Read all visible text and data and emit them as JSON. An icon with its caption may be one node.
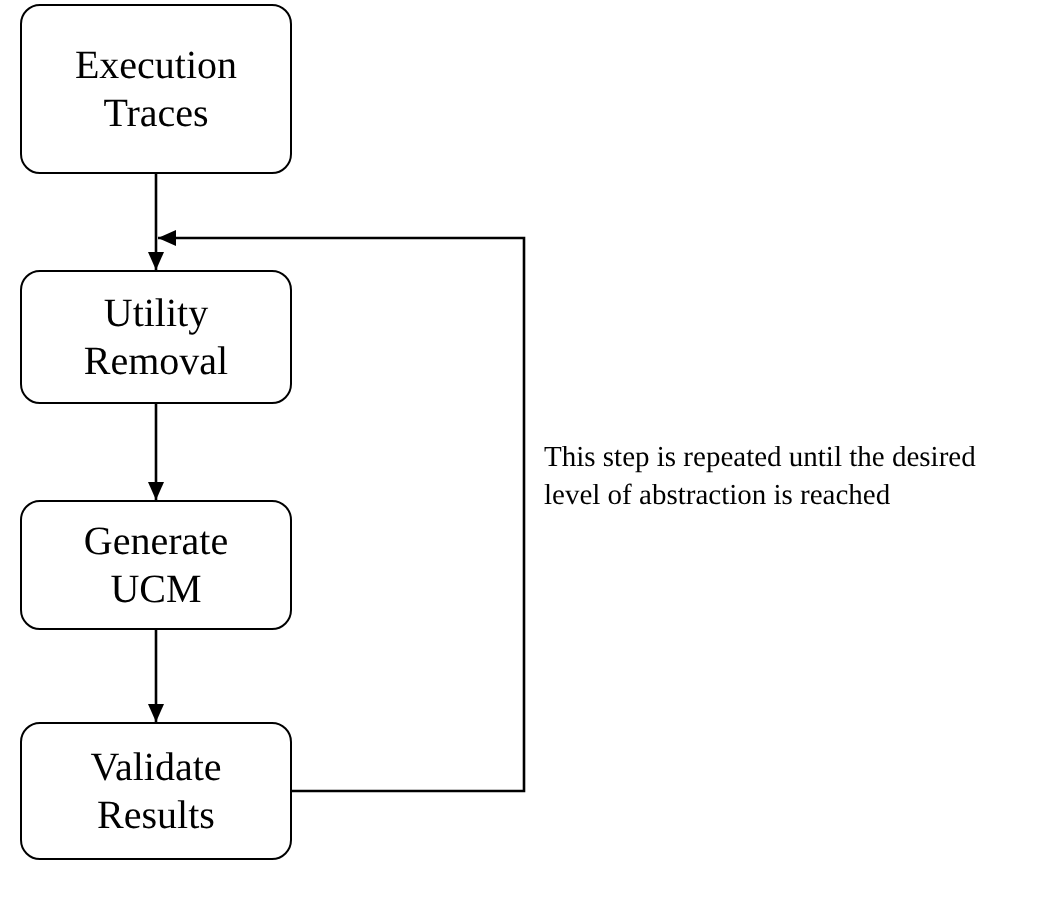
{
  "diagram": {
    "nodes": [
      {
        "text": [
          "Execution Traces"
        ]
      },
      {
        "text": [
          "Utility Removal"
        ]
      },
      {
        "text": [
          "Generate UCM"
        ]
      },
      {
        "text": [
          "Validate Results"
        ]
      }
    ],
    "edges": [
      {
        "from": 0,
        "to": 1,
        "arrow": "to"
      },
      {
        "from": 1,
        "to": 2,
        "arrow": "to"
      },
      {
        "from": 2,
        "to": 3,
        "arrow": "to"
      },
      {
        "from": 3,
        "to": 1,
        "arrow": "to",
        "label": "This step is repeated until the desired level of abstraction is reached"
      }
    ]
  }
}
